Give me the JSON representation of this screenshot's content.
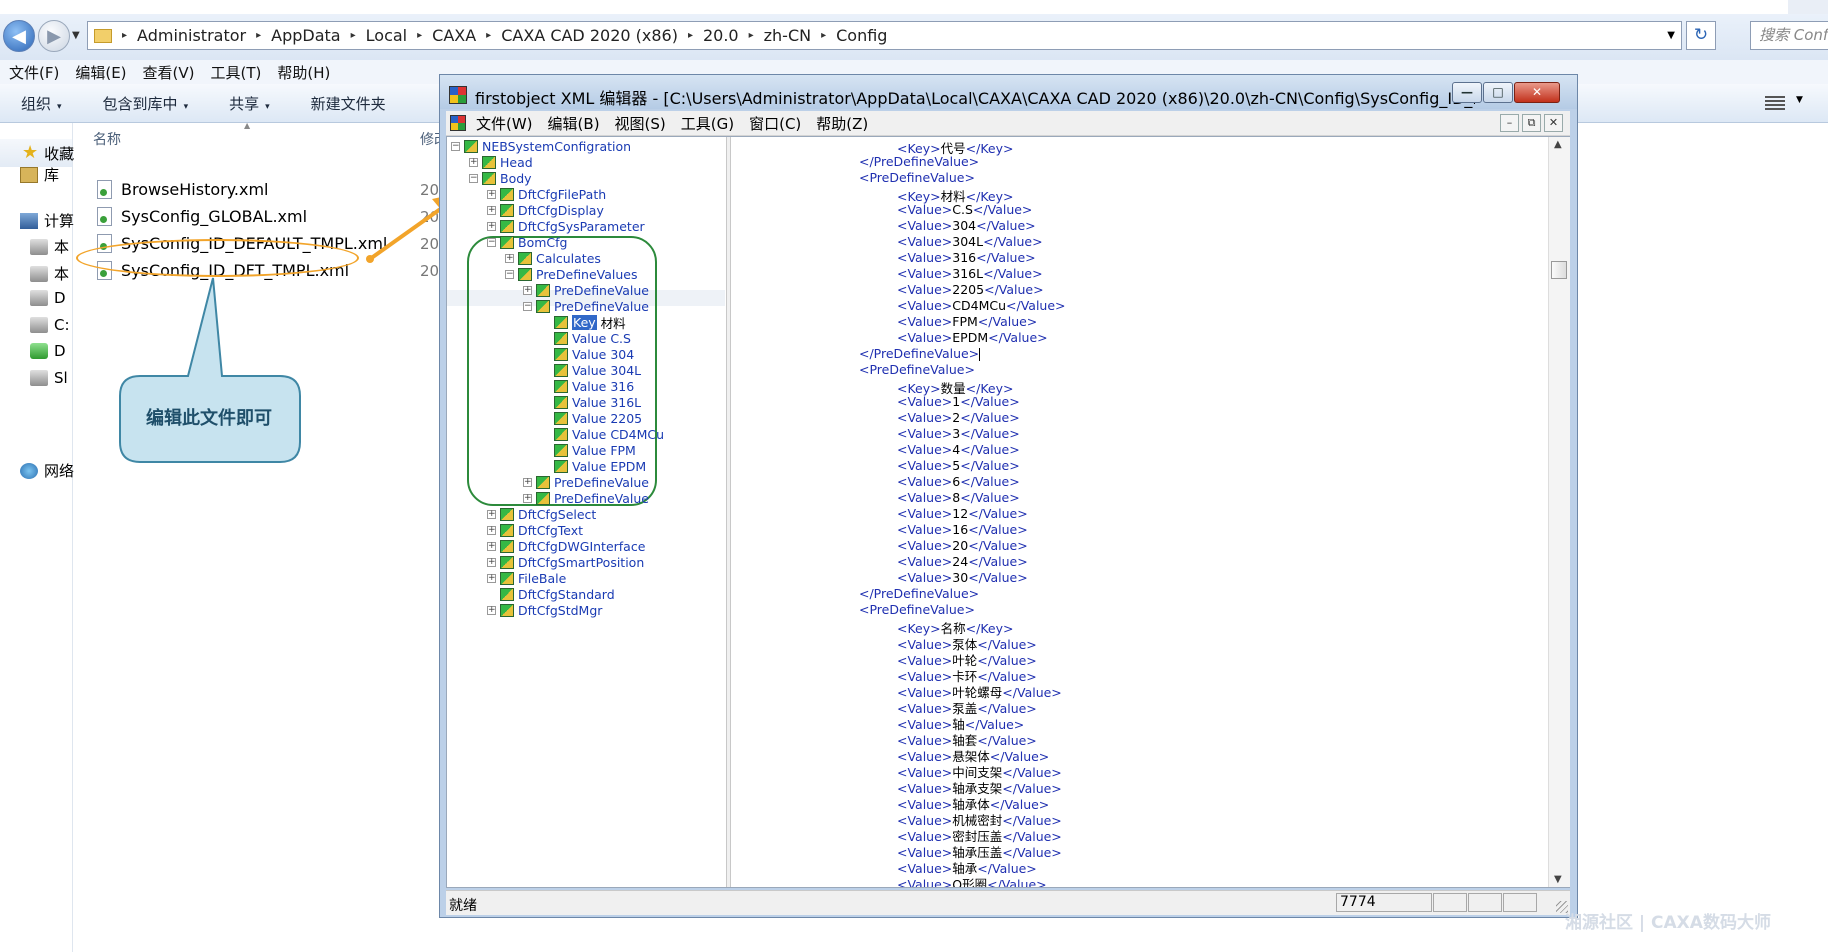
{
  "explorer": {
    "breadcrumbs": [
      "Administrator",
      "AppData",
      "Local",
      "CAXA",
      "CAXA CAD 2020 (x86)",
      "20.0",
      "zh-CN",
      "Config"
    ],
    "search_placeholder": "搜索 Confi",
    "menu": [
      "文件(F)",
      "编辑(E)",
      "查看(V)",
      "工具(T)",
      "帮助(H)"
    ],
    "toolbar": [
      {
        "label": "组织",
        "caret": "▾"
      },
      {
        "label": "包含到库中",
        "caret": "▾"
      },
      {
        "label": "共享",
        "caret": "▾"
      },
      {
        "label": "新建文件夹",
        "caret": ""
      }
    ],
    "nav": {
      "favorites": "收藏",
      "library": "库",
      "computer": "计算",
      "drive1": "本",
      "drive2": "本",
      "drive3": "D",
      "drive4": "C:",
      "drive5": "D",
      "drive6": "Sl",
      "network": "网络"
    },
    "columns": {
      "name": "名称",
      "modified": "修改"
    },
    "files": [
      {
        "name": "BrowseHistory.xml",
        "date": "20"
      },
      {
        "name": "SysConfig_GLOBAL.xml",
        "date": "20"
      },
      {
        "name": "SysConfig_ID_DEFAULT_TMPL.xml",
        "date": "20"
      },
      {
        "name": "SysConfig_ID_DFT_TMPL.xml",
        "date": "20"
      }
    ],
    "callout": "编辑此文件即可"
  },
  "editor": {
    "title": "firstobject XML 编辑器 - [C:\\Users\\Administrator\\AppData\\Local\\CAXA\\CAXA CAD 2020 (x86)\\20.0\\zh-CN\\Config\\SysConfig_ID_DFT_...",
    "buttons": {
      "minimize": "—",
      "maximize": "□",
      "close": "✕"
    },
    "menu": [
      "文件(W)",
      "编辑(B)",
      "视图(S)",
      "工具(G)",
      "窗口(C)",
      "帮助(Z)"
    ],
    "mdi": {
      "minimize": "–",
      "restore": "⧉",
      "close": "✕"
    },
    "tree": [
      {
        "label": "NEBSystemConfigration",
        "exp": "⊟",
        "depth": 0
      },
      {
        "label": "Head",
        "exp": "⊞",
        "depth": 1
      },
      {
        "label": "Body",
        "exp": "⊟",
        "depth": 1
      },
      {
        "label": "DftCfgFilePath",
        "exp": "⊞",
        "depth": 2
      },
      {
        "label": "DftCfgDisplay",
        "exp": "⊞",
        "depth": 2
      },
      {
        "label": "DftCfgSysParameter",
        "exp": "⊞",
        "depth": 2
      },
      {
        "label": "BomCfg",
        "exp": "⊟",
        "depth": 2
      },
      {
        "label": "Calculates",
        "exp": "⊞",
        "depth": 3
      },
      {
        "label": "PreDefineValues",
        "exp": "⊟",
        "depth": 3
      },
      {
        "label": "PreDefineValue",
        "exp": "⊞",
        "depth": 4
      },
      {
        "label": "PreDefineValue",
        "exp": "⊟",
        "depth": 4
      },
      {
        "label": "Key",
        "value": "材料",
        "exp": "",
        "depth": 5,
        "selected": true
      },
      {
        "label": "Value",
        "value": "C.S",
        "exp": "",
        "depth": 5
      },
      {
        "label": "Value",
        "value": "304",
        "exp": "",
        "depth": 5
      },
      {
        "label": "Value",
        "value": "304L",
        "exp": "",
        "depth": 5
      },
      {
        "label": "Value",
        "value": "316",
        "exp": "",
        "depth": 5
      },
      {
        "label": "Value",
        "value": "316L",
        "exp": "",
        "depth": 5
      },
      {
        "label": "Value",
        "value": "2205",
        "exp": "",
        "depth": 5
      },
      {
        "label": "Value",
        "value": "CD4MCu",
        "exp": "",
        "depth": 5
      },
      {
        "label": "Value",
        "value": "FPM",
        "exp": "",
        "depth": 5
      },
      {
        "label": "Value",
        "value": "EPDM",
        "exp": "",
        "depth": 5
      },
      {
        "label": "PreDefineValue",
        "exp": "⊞",
        "depth": 4
      },
      {
        "label": "PreDefineValue",
        "exp": "⊞",
        "depth": 4
      },
      {
        "label": "DftCfgSelect",
        "exp": "⊞",
        "depth": 2
      },
      {
        "label": "DftCfgText",
        "exp": "⊞",
        "depth": 2
      },
      {
        "label": "DftCfgDWGInterface",
        "exp": "⊞",
        "depth": 2
      },
      {
        "label": "DftCfgSmartPosition",
        "exp": "⊞",
        "depth": 2
      },
      {
        "label": "FileBale",
        "exp": "⊞",
        "depth": 2
      },
      {
        "label": "DftCfgStandard",
        "exp": "",
        "depth": 2
      },
      {
        "label": "DftCfgStdMgr",
        "exp": "⊞",
        "depth": 2
      }
    ],
    "xml_lines": [
      {
        "indent": 2,
        "kind": "key",
        "text": "代号"
      },
      {
        "indent": 1,
        "kind": "close"
      },
      {
        "indent": 1,
        "kind": "open"
      },
      {
        "indent": 2,
        "kind": "key",
        "text": "材料"
      },
      {
        "indent": 2,
        "kind": "value",
        "text": "C.S"
      },
      {
        "indent": 2,
        "kind": "value",
        "text": "304"
      },
      {
        "indent": 2,
        "kind": "value",
        "text": "304L"
      },
      {
        "indent": 2,
        "kind": "value",
        "text": "316"
      },
      {
        "indent": 2,
        "kind": "value",
        "text": "316L"
      },
      {
        "indent": 2,
        "kind": "value",
        "text": "2205"
      },
      {
        "indent": 2,
        "kind": "value",
        "text": "CD4MCu"
      },
      {
        "indent": 2,
        "kind": "value",
        "text": "FPM"
      },
      {
        "indent": 2,
        "kind": "value",
        "text": "EPDM"
      },
      {
        "indent": 1,
        "kind": "close",
        "cursor": true
      },
      {
        "indent": 1,
        "kind": "open"
      },
      {
        "indent": 2,
        "kind": "key",
        "text": "数量"
      },
      {
        "indent": 2,
        "kind": "value",
        "text": "1"
      },
      {
        "indent": 2,
        "kind": "value",
        "text": "2"
      },
      {
        "indent": 2,
        "kind": "value",
        "text": "3"
      },
      {
        "indent": 2,
        "kind": "value",
        "text": "4"
      },
      {
        "indent": 2,
        "kind": "value",
        "text": "5"
      },
      {
        "indent": 2,
        "kind": "value",
        "text": "6"
      },
      {
        "indent": 2,
        "kind": "value",
        "text": "8"
      },
      {
        "indent": 2,
        "kind": "value",
        "text": "12"
      },
      {
        "indent": 2,
        "kind": "value",
        "text": "16"
      },
      {
        "indent": 2,
        "kind": "value",
        "text": "20"
      },
      {
        "indent": 2,
        "kind": "value",
        "text": "24"
      },
      {
        "indent": 2,
        "kind": "value",
        "text": "30"
      },
      {
        "indent": 1,
        "kind": "close"
      },
      {
        "indent": 1,
        "kind": "open"
      },
      {
        "indent": 2,
        "kind": "key",
        "text": "名称"
      },
      {
        "indent": 2,
        "kind": "value",
        "text": "泵体"
      },
      {
        "indent": 2,
        "kind": "value",
        "text": "叶轮"
      },
      {
        "indent": 2,
        "kind": "value",
        "text": "卡环"
      },
      {
        "indent": 2,
        "kind": "value",
        "text": "叶轮螺母"
      },
      {
        "indent": 2,
        "kind": "value",
        "text": "泵盖"
      },
      {
        "indent": 2,
        "kind": "value",
        "text": "轴"
      },
      {
        "indent": 2,
        "kind": "value",
        "text": "轴套"
      },
      {
        "indent": 2,
        "kind": "value",
        "text": "悬架体"
      },
      {
        "indent": 2,
        "kind": "value",
        "text": "中间支架"
      },
      {
        "indent": 2,
        "kind": "value",
        "text": "轴承支架"
      },
      {
        "indent": 2,
        "kind": "value",
        "text": "轴承体"
      },
      {
        "indent": 2,
        "kind": "value",
        "text": "机械密封"
      },
      {
        "indent": 2,
        "kind": "value",
        "text": "密封压盖"
      },
      {
        "indent": 2,
        "kind": "value",
        "text": "轴承压盖"
      },
      {
        "indent": 2,
        "kind": "value",
        "text": "轴承"
      },
      {
        "indent": 2,
        "kind": "value",
        "text": "O形圈"
      }
    ],
    "tags": {
      "key": "Key",
      "value": "Value",
      "block": "PreDefineValue"
    },
    "status": {
      "text": "就绪",
      "position": "7774"
    }
  },
  "watermark": "湘源社区 | CAXA数码大师",
  "colors": {
    "callout_outline": "#f2a42a",
    "green_box": "#2c8a3b",
    "tag_blue": "#1f2fb0"
  }
}
